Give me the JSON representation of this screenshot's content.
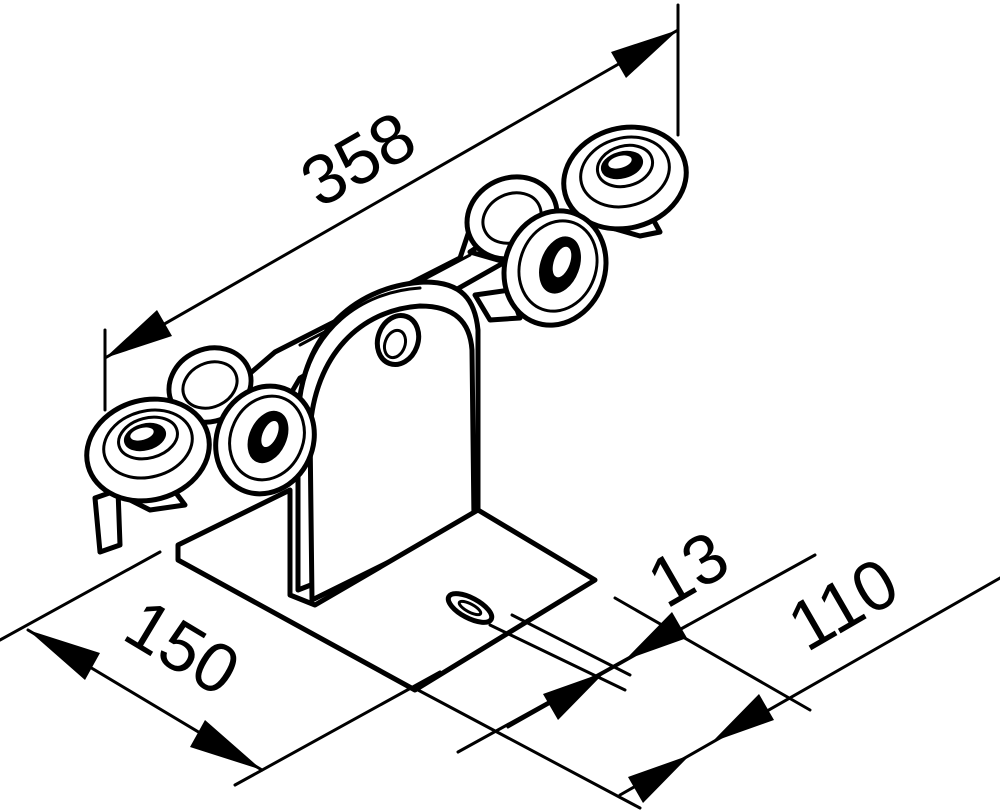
{
  "dimensions": {
    "length": "358",
    "width": "150",
    "hole_offset": "13",
    "plate_depth": "110"
  }
}
